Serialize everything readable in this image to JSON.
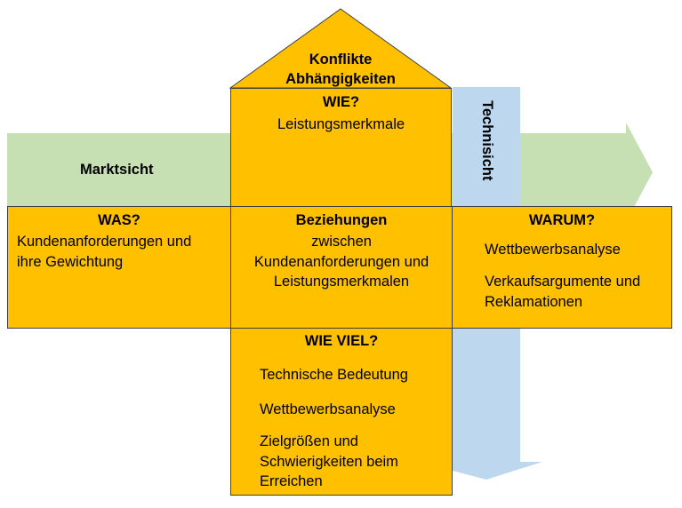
{
  "roof": {
    "line1": "Konflikte",
    "line2": "Abhängigkeiten"
  },
  "arrows": {
    "market": "Marktsicht",
    "technical": "Technisicht"
  },
  "wie": {
    "heading": "WIE?",
    "text": "Leistungsmerkmale"
  },
  "was": {
    "heading": "WAS?",
    "line1": "Kundenanforderungen und",
    "line2": "ihre Gewichtung"
  },
  "beziehungen": {
    "heading": "Beziehungen",
    "line1": "zwischen",
    "line2": "Kundenanforderungen und",
    "line3": "Leistungsmerkmalen"
  },
  "warum": {
    "heading": "WARUM?",
    "item1": "Wettbewerbsanalyse",
    "item2_line1": "Verkaufsargumente und",
    "item2_line2": "Reklamationen"
  },
  "wieviel": {
    "heading": "WIE VIEL?",
    "item1": "Technische Bedeutung",
    "item2": "Wettbewerbsanalyse",
    "item3_line1": "Zielgrößen und",
    "item3_line2": "Schwierigkeiten beim",
    "item3_line3": "Erreichen"
  },
  "colors": {
    "box": "#FFC000",
    "market_arrow": "#C6E0B4",
    "technical_arrow": "#BDD7EE",
    "border": "#404040"
  }
}
